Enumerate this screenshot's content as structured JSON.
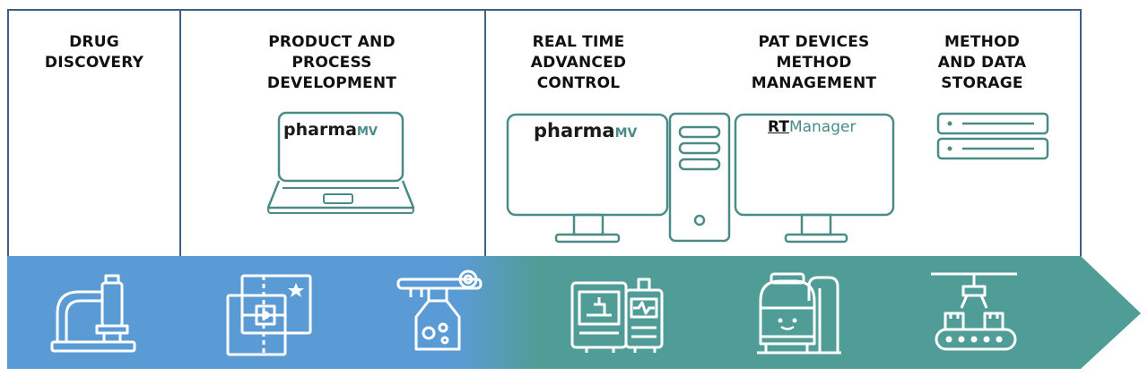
{
  "stages": [
    {
      "lines": [
        "DRUG",
        "DISCOVERY"
      ]
    },
    {
      "lines": [
        "PRODUCT AND",
        "PROCESS",
        "DEVELOPMENT"
      ]
    },
    {
      "lines": [
        "REAL TIME",
        "ADVANCED",
        "CONTROL"
      ]
    },
    {
      "lines": [
        "PAT DEVICES",
        "METHOD",
        "MANAGEMENT"
      ]
    },
    {
      "lines": [
        "METHOD",
        "AND DATA",
        "STORAGE"
      ]
    }
  ],
  "logos": {
    "pharmamv_a": "pharma",
    "pharmamv_b": "MV",
    "rtmanager_a": "RT",
    "rtmanager_b": "Manager"
  },
  "icons": [
    "microscope-icon",
    "design-plans-icon",
    "bioreactor-icon",
    "lab-analyzer-icon",
    "mixer-tank-icon",
    "assembly-line-icon"
  ],
  "colors": {
    "blue": "#5b9bd5",
    "teal": "#4f9d96",
    "outline": "#3f5f82",
    "device": "#4a8b86"
  }
}
